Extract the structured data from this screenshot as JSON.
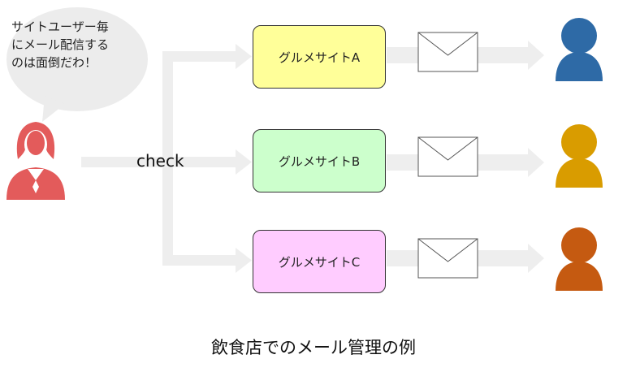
{
  "speech_lines": [
    "サイトユーザー毎",
    "にメール配信する",
    "のは面倒だわ！"
  ],
  "check_label": "check",
  "sites": [
    {
      "label": "グルメサイトA",
      "fill": "#ffff99",
      "user_color": "#2e6aa6"
    },
    {
      "label": "グルメサイトB",
      "fill": "#ccffcc",
      "user_color": "#d99c00"
    },
    {
      "label": "グルメサイトC",
      "fill": "#ffccff",
      "user_color": "#c55a11"
    }
  ],
  "caption": "飲食店でのメール管理の例",
  "colors": {
    "bubble": "#ececec",
    "arrow": "#eeeeee",
    "owner": "#e35b5b",
    "envelope_stroke": "#555555"
  }
}
